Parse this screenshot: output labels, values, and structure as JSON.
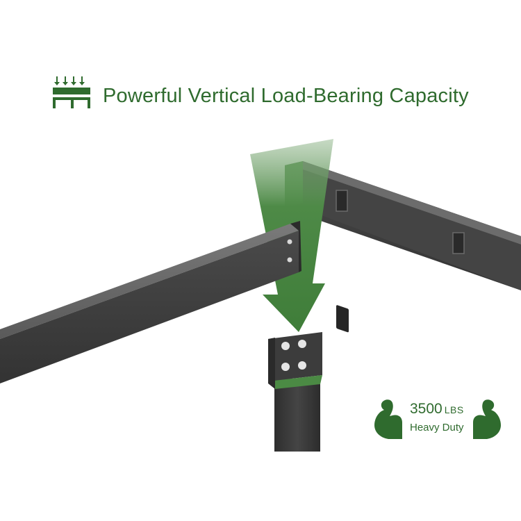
{
  "headline": {
    "text": "Powerful Vertical Load-Bearing Capacity",
    "icon": "load-bearing-icon"
  },
  "badge": {
    "weight": "3500",
    "unit": "LBS",
    "subtitle": "Heavy Duty",
    "icon": "flexed-arm-icon"
  },
  "colors": {
    "brand_green": "#2f6b2e",
    "arrow_green": "#4e8a47",
    "steel_dark": "#3b3b3b",
    "steel_light": "#5c5c5c"
  }
}
